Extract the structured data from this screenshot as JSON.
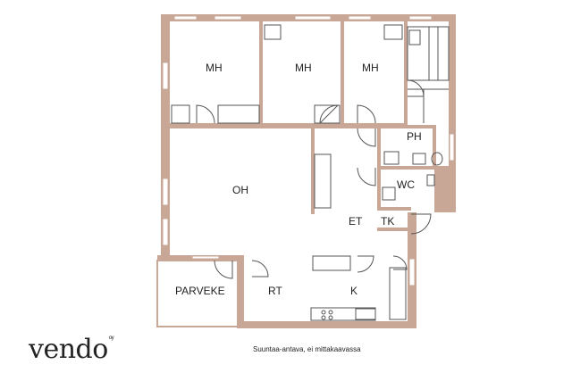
{
  "rooms": {
    "mh1": "MH",
    "mh2": "MH",
    "mh3": "MH",
    "ph": "PH",
    "oh": "OH",
    "wc": "WC",
    "et": "ET",
    "tk": "TK",
    "rt": "RT",
    "k": "K",
    "parveke": "PARVEKE"
  },
  "brand": {
    "name": "vendo",
    "mark": "oy"
  },
  "caption": "Suuntaa-antava, ei mittakaavassa",
  "colors": {
    "wall": "#c9a797",
    "wall_dark": "#bb9686",
    "fixture_line": "#555555",
    "background": "#ffffff"
  }
}
